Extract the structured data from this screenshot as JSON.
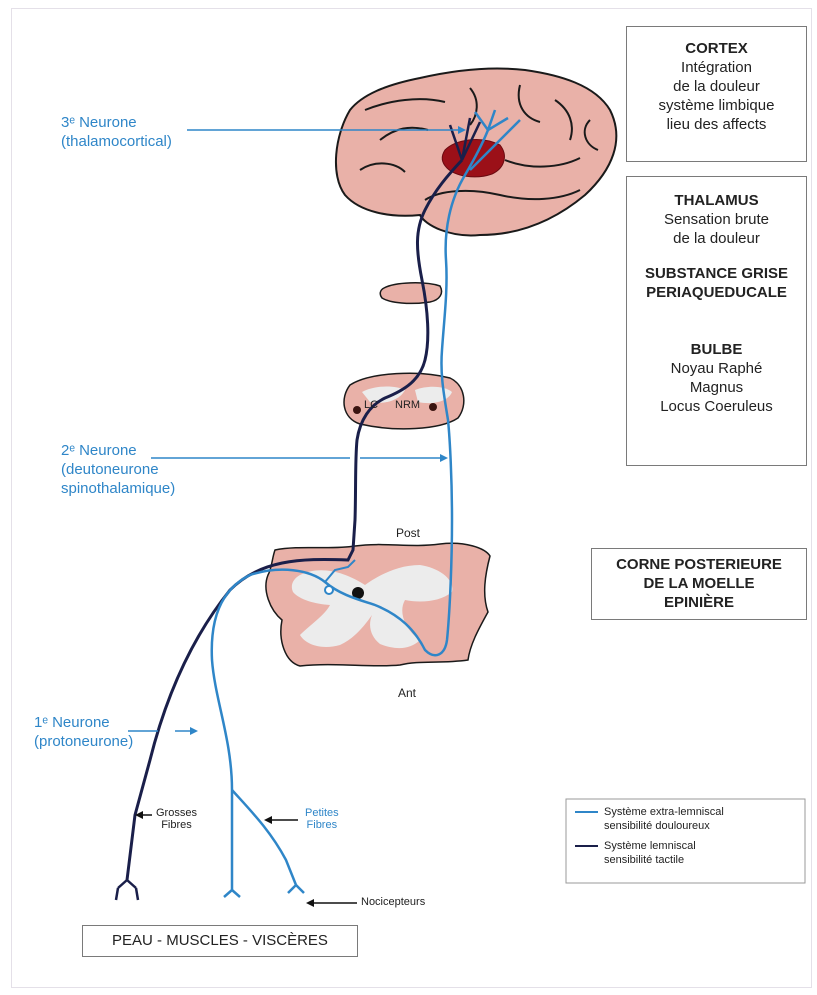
{
  "neurons": {
    "third": {
      "line1": "3ᵉ Neurone",
      "line2": "(thalamocortical)"
    },
    "second": {
      "line1": "2ᵉ Neurone",
      "line2": "(deutoneurone",
      "line3": "spinothalamique)"
    },
    "first": {
      "line1": "1ᵉ Neurone",
      "line2": "(protoneurone)"
    }
  },
  "boxes": {
    "cortex": {
      "title": "CORTEX",
      "lines": [
        "Intégration",
        "de la douleur",
        "système limbique",
        "lieu des affects"
      ]
    },
    "thalamus": {
      "title": "THALAMUS",
      "line1": "Sensation brute",
      "line2": "de la douleur"
    },
    "substance": {
      "line1": "SUBSTANCE GRISE",
      "line2": "PERIAQUEDUCALE"
    },
    "bulbe": {
      "title": "BULBE",
      "line1": "Noyau Raphé",
      "line2": "Magnus",
      "line3": "Locus Coeruleus"
    },
    "corne": {
      "line1": "CORNE POSTERIEURE",
      "line2": "DE LA MOELLE",
      "line3": "EPINIÈRE"
    },
    "skin": "PEAU - MUSCLES - VISCÈRES"
  },
  "labels": {
    "lc": "LC",
    "nrm": "NRM",
    "post": "Post",
    "ant": "Ant",
    "grosses": "Grosses",
    "fibres1": "Fibres",
    "petites": "Petites",
    "fibres2": "Fibres",
    "nocicepteurs": "Nocicepteurs"
  },
  "legend": {
    "extra_line1": "Système extra-lemniscal",
    "extra_line2": "sensibilité douloureux",
    "lemn_line1": "Système lemniscal",
    "lemn_line2": "sensibilité tactile"
  },
  "colors": {
    "extra_lemniscal": "#2f86c8",
    "lemniscal": "#1a1f4a",
    "tissue": "#e9b1a8",
    "grey_matter": "#ececec",
    "thalamus": "#9b1018"
  }
}
